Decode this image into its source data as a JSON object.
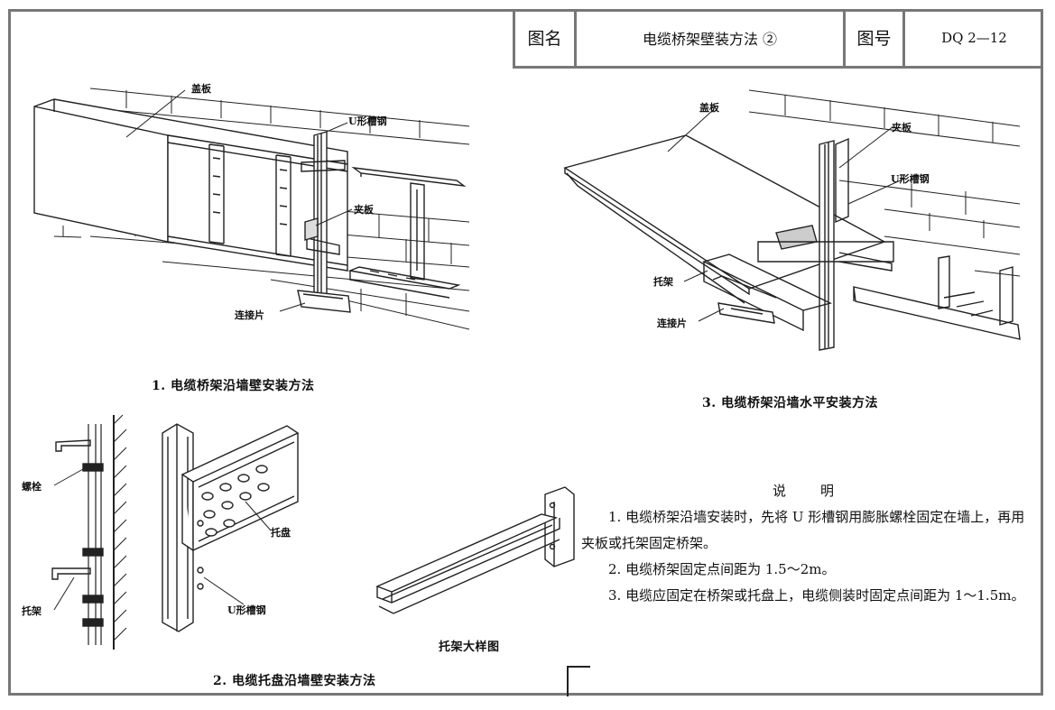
{
  "title_block": {
    "name_label": "图名",
    "name_value": "电缆桥架壁装方法 ②",
    "number_label": "图号",
    "number_value": "DQ 2—12"
  },
  "figure1": {
    "caption": "1. 电缆桥架沿墙壁安装方法",
    "labels": {
      "cover": "盖板",
      "channel": "U形槽钢",
      "clamp": "夹板",
      "connector": "连接片"
    }
  },
  "figure2": {
    "caption": "2. 电缆托盘沿墙壁安装方法",
    "labels": {
      "bolt": "螺栓",
      "bracket": "托架",
      "tray": "托盘",
      "channel": "U形槽钢"
    }
  },
  "figure3": {
    "caption": "3. 电缆桥架沿墙水平安装方法",
    "labels": {
      "cover": "盖板",
      "clamp": "夹板",
      "channel": "U形槽钢",
      "bracket": "托架",
      "connector": "连接片"
    }
  },
  "detail": {
    "caption": "托架大样图"
  },
  "notes": {
    "title": "说明",
    "items": [
      "1. 电缆桥架沿墙安装时，先将 U 形槽钢用膨胀螺栓固定在墙上，再用夹板或托架固定桥架。",
      "2. 电缆桥架固定点间距为 1.5～2m。",
      "3. 电缆应固定在桥架或托盘上，电缆侧装时固定点间距为 1～1.5m。"
    ]
  }
}
